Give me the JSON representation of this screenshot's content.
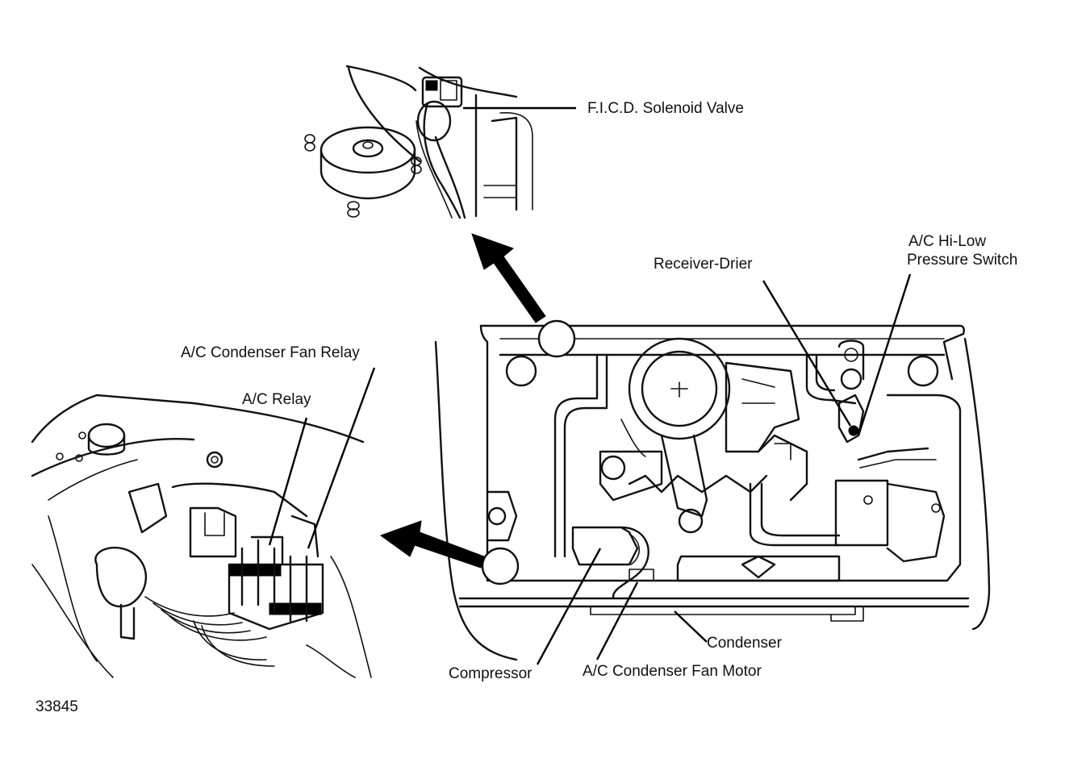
{
  "labels": {
    "ficd_solenoid_valve": "F.I.C.D. Solenoid Valve",
    "receiver_drier": "Receiver-Drier",
    "hi_low_pressure_switch_line1": "A/C Hi-Low",
    "hi_low_pressure_switch_line2": "Pressure Switch",
    "condenser_fan_relay": "A/C Condenser Fan Relay",
    "ac_relay": "A/C Relay",
    "condenser": "Condenser",
    "compressor": "Compressor",
    "condenser_fan_motor": "A/C Condenser Fan Motor"
  },
  "figure_number": "33845",
  "colors": {
    "ink": "#111111",
    "background": "#ffffff"
  }
}
